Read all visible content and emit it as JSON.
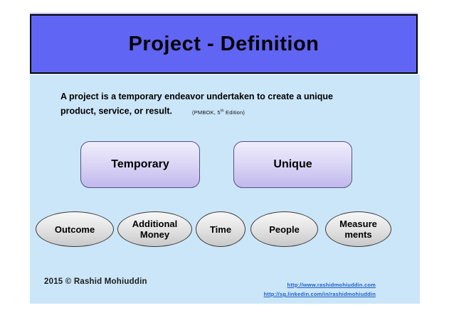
{
  "title": "Project - Definition",
  "definition": {
    "line1": "A project is a temporary endeavor undertaken to create a unique",
    "line2": "product, service, or result.",
    "citation": {
      "prefix": "(PMBOK, 5",
      "sup": "th",
      "suffix": " Edition)"
    }
  },
  "characteristic_boxes": [
    {
      "label": "Temporary"
    },
    {
      "label": "Unique"
    }
  ],
  "constraint_ellipses": [
    {
      "lines": [
        "Outcome",
        ""
      ]
    },
    {
      "lines": [
        "Additional",
        "Money"
      ]
    },
    {
      "lines": [
        "Time",
        ""
      ]
    },
    {
      "lines": [
        "People",
        ""
      ]
    },
    {
      "lines": [
        "Measure",
        "ments"
      ]
    }
  ],
  "footer": {
    "copyright": "2015 © Rashid Mohiuddin",
    "links": [
      {
        "text": "http://www.rashidmohiuddin.com"
      },
      {
        "text": "http://sg.linkedin.com/in/rashidmohiuddin"
      }
    ]
  },
  "colors": {
    "banner_fill": "#6165f3",
    "body_fill": "#cbe6f9",
    "box_fill_top": "#efedfc",
    "box_fill_bottom": "#c1b8ed",
    "ellipse_fill_top": "#f7f7f7",
    "ellipse_fill_bottom": "#c8c8c8",
    "link_color": "#1d5fc4"
  }
}
